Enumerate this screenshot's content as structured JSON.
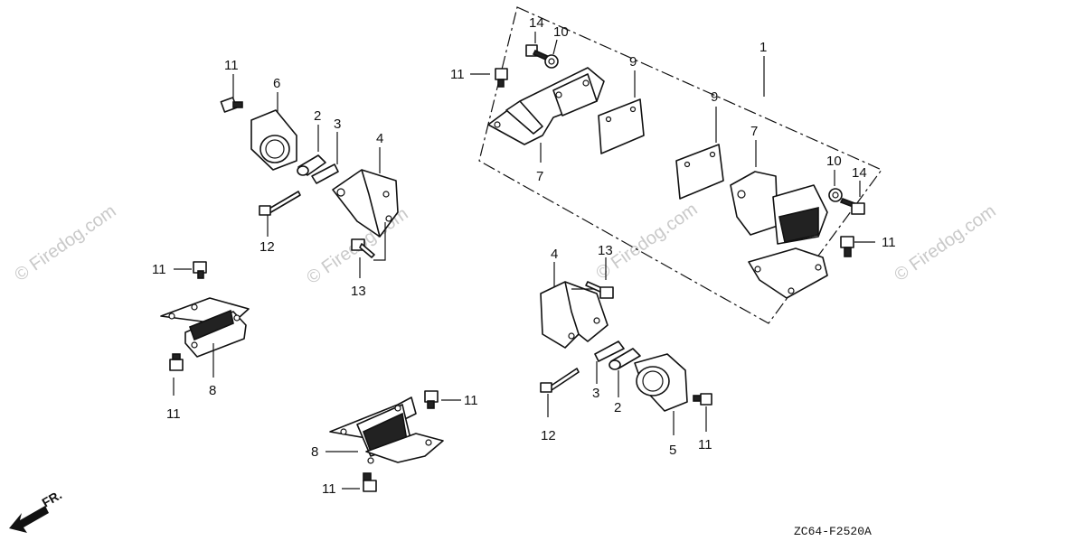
{
  "watermarks": {
    "left": "© Firedog.com",
    "center": "© Firedog.com",
    "mid": "© Firedog.com",
    "right": "© Firedog.com"
  },
  "callouts": {
    "c1": "1",
    "c2a": "2",
    "c3a": "3",
    "c4a": "4",
    "c6": "6",
    "c11a": "11",
    "c12a": "12",
    "c13a": "13",
    "c11b": "11",
    "c8a": "8",
    "c11c": "11",
    "c11d": "11",
    "c14a": "14",
    "c10a": "10",
    "c9a": "9",
    "c7a": "7",
    "c9b": "9",
    "c7b": "7",
    "c10b": "10",
    "c14b": "14",
    "c11e": "11",
    "c4b": "4",
    "c13b": "13",
    "c12b": "12",
    "c3b": "3",
    "c2b": "2",
    "c5": "5",
    "c11f": "11",
    "c11g": "11",
    "c8b": "8",
    "c11h": "11"
  },
  "direction_label": "FR.",
  "diagram_code": "ZC64-F2520A"
}
